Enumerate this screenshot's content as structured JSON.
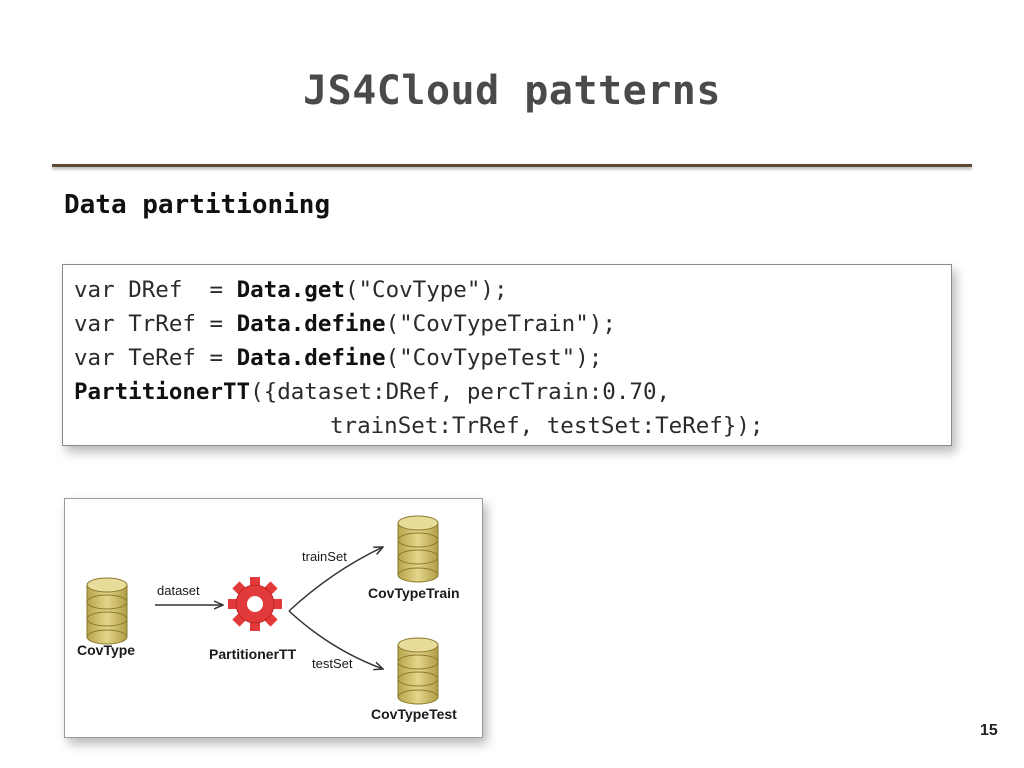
{
  "slide": {
    "title": "JS4Cloud patterns",
    "subtitle": "Data partitioning",
    "page_number": "15"
  },
  "code": {
    "line1": {
      "kw": "var",
      "var": "DRef ",
      "eq": "=",
      "call": "Data.get",
      "args": "(\"CovType\");"
    },
    "line2": {
      "kw": "var",
      "var": "TrRef",
      "eq": "=",
      "call": "Data.define",
      "args": "(\"CovTypeTrain\");"
    },
    "line3": {
      "kw": "var",
      "var": "TeRef",
      "eq": "=",
      "call": "Data.define",
      "args": "(\"CovTypeTest\");"
    },
    "line4": {
      "call": "PartitionerTT",
      "args": "({dataset:DRef, percTrain:0.70,"
    },
    "line5": {
      "args": "trainSet:TrRef, testSet:TeRef});"
    }
  },
  "diagram": {
    "source_label": "CovType",
    "dataset_edge": "dataset",
    "tool_label": "PartitionerTT",
    "train_edge": "trainSet",
    "test_edge": "testSet",
    "train_label": "CovTypeTrain",
    "test_label": "CovTypeTest",
    "colors": {
      "db_fill": "#c9b75e",
      "db_stroke": "#8a7a2e",
      "gear": "#e23a3a"
    }
  }
}
